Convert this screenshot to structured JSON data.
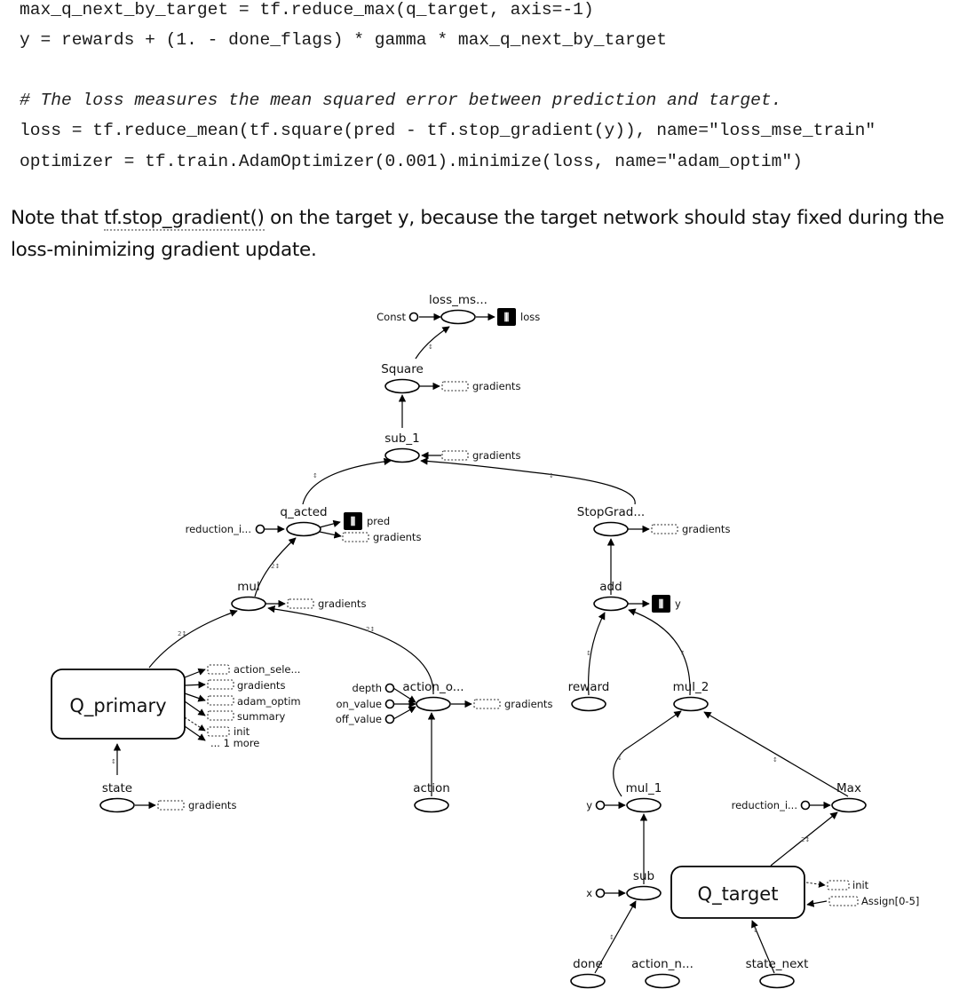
{
  "code": {
    "line1": "max_q_next_by_target = tf.reduce_max(q_target, axis=-1)",
    "line2": "y = rewards + (1. - done_flags) * gamma * max_q_next_by_target",
    "comment": "# The loss measures the mean squared error between prediction and target.",
    "line4": "loss = tf.reduce_mean(tf.square(pred - tf.stop_gradient(y)), name=\"loss_mse_train\"",
    "line5": "optimizer = tf.train.AdamOptimizer(0.001).minimize(loss, name=\"adam_optim\")"
  },
  "prose": {
    "before": "Note that ",
    "link": "tf.stop_gradient()",
    "after": " on the target y, because the target network should stay fixed during the loss-minimizing gradient update."
  },
  "graph": {
    "nodes": {
      "loss_ms": "loss_ms...",
      "const": "Const",
      "loss": "loss",
      "square": "Square",
      "sub_1": "sub_1",
      "q_acted": "q_acted",
      "reduction_1": "reduction_i...",
      "pred": "pred",
      "stopgrad": "StopGrad...",
      "mul": "mul",
      "add": "add",
      "y_summary": "y",
      "q_primary": "Q_primary",
      "action_sele": "action_sele...",
      "adam_optim": "adam_optim",
      "summary": "summary",
      "init": "init",
      "more": "... 1 more",
      "depth": "depth",
      "on_value": "on_value",
      "off_value": "off_value",
      "action_o": "action_o...",
      "reward": "reward",
      "mul_2": "mul_2",
      "state": "state",
      "action": "action",
      "mul_1": "mul_1",
      "max": "Max",
      "y_const": "y",
      "reduction_2": "reduction_i...",
      "sub": "sub",
      "x_const": "x",
      "q_target": "Q_target",
      "init_t": "init",
      "assign": "Assign[0-5]",
      "done": "done",
      "action_n": "action_n...",
      "state_next": "state_next"
    },
    "gradients": "gradients"
  }
}
